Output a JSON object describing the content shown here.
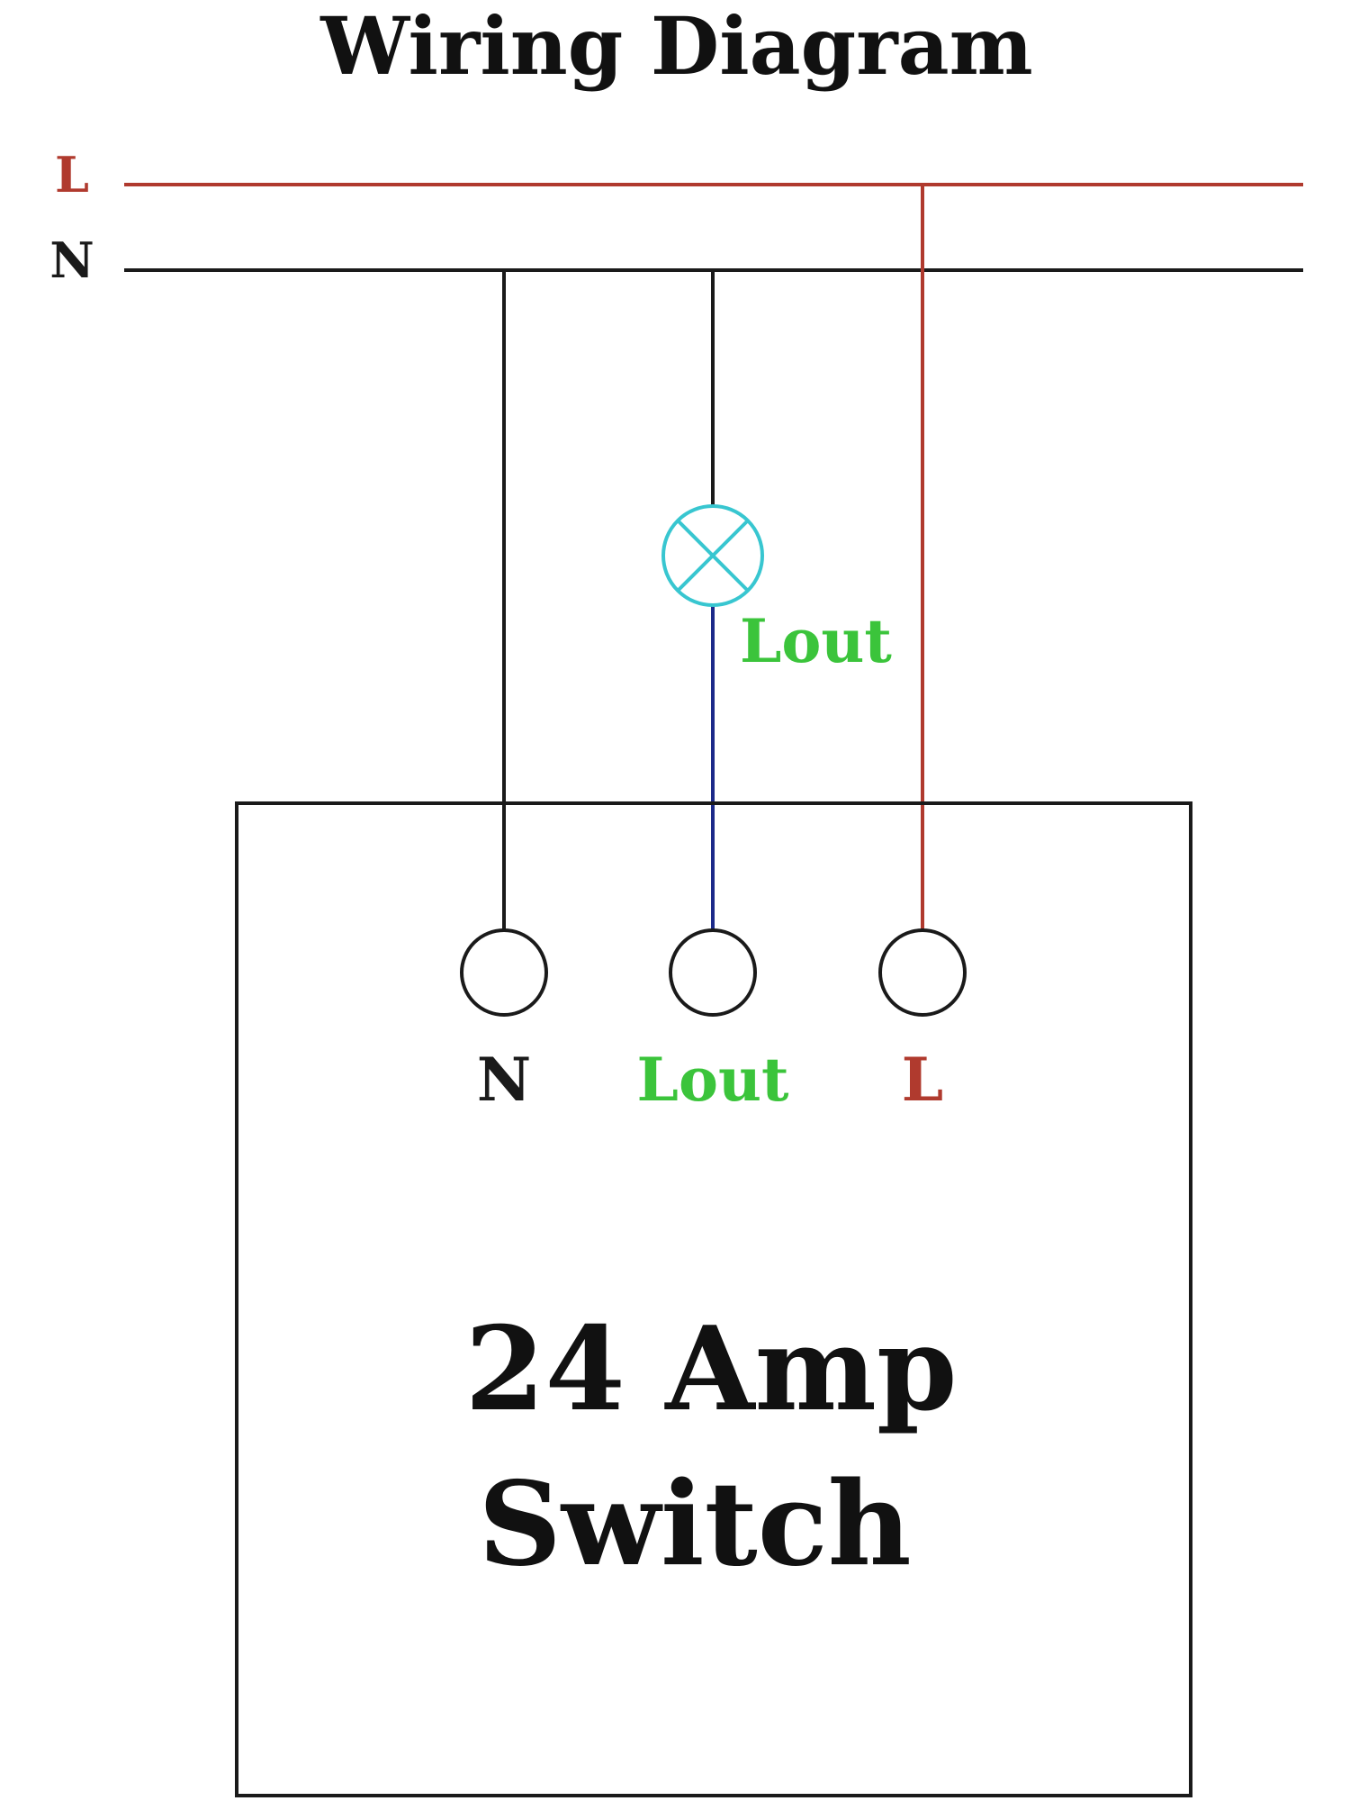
{
  "title": "Wiring Diagram",
  "rails": {
    "live": {
      "label": "L"
    },
    "neutral": {
      "label": "N"
    }
  },
  "lamp": {
    "label": "Lout"
  },
  "terminals": [
    {
      "label": "N"
    },
    {
      "label": "Lout"
    },
    {
      "label": "L"
    }
  ],
  "switch": {
    "line1": "24 Amp",
    "line2": "Switch"
  },
  "colors": {
    "live": "#b03a2e",
    "neutral": "#1a1a1a",
    "switched_output": "#1c2a8a",
    "lamp": "#38c6d0",
    "lout_label": "#3bc43b",
    "text": "#111111"
  }
}
